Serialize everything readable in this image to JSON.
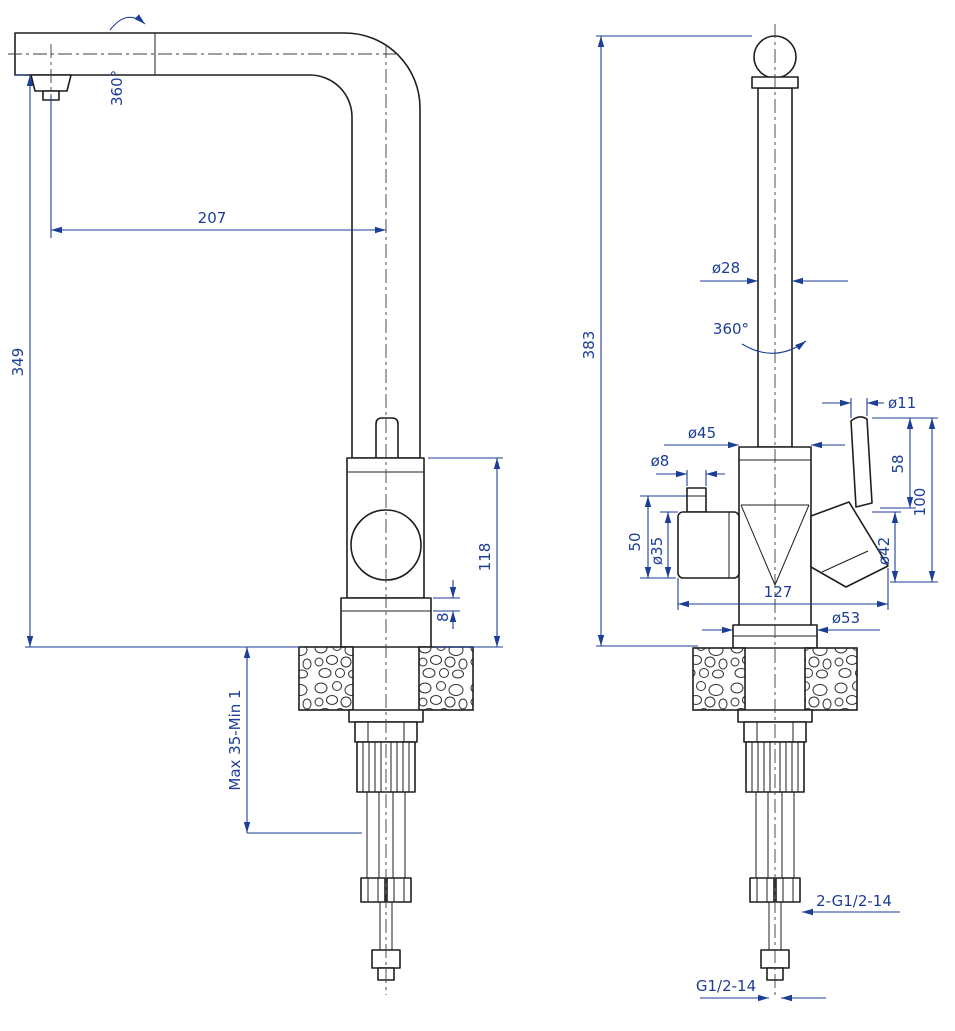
{
  "colors": {
    "dimension_blue": "#1d3e96",
    "line_black": "#1f1f1f"
  },
  "side_view": {
    "spout_reach": "207",
    "spout_height": "349",
    "body_height": "118",
    "base_height": "8",
    "swivel_angle": "360°",
    "mount_thickness": "Max 35-Min 1"
  },
  "front_view": {
    "total_height": "383",
    "column_diameter": "ø28",
    "swivel_angle": "360°",
    "body_diameter": "ø45",
    "filter_stub_diameter": "ø8",
    "filter_height": "50",
    "filter_diameter": "ø35",
    "lever_diameter": "ø11",
    "lever_upper_height": "58",
    "lever_total_height": "100",
    "handle_base_diameter": "ø42",
    "body_width": "127",
    "base_diameter": "ø53",
    "hose_thread": "2-G1/2-14",
    "inlet_thread": "G1/2-14"
  }
}
